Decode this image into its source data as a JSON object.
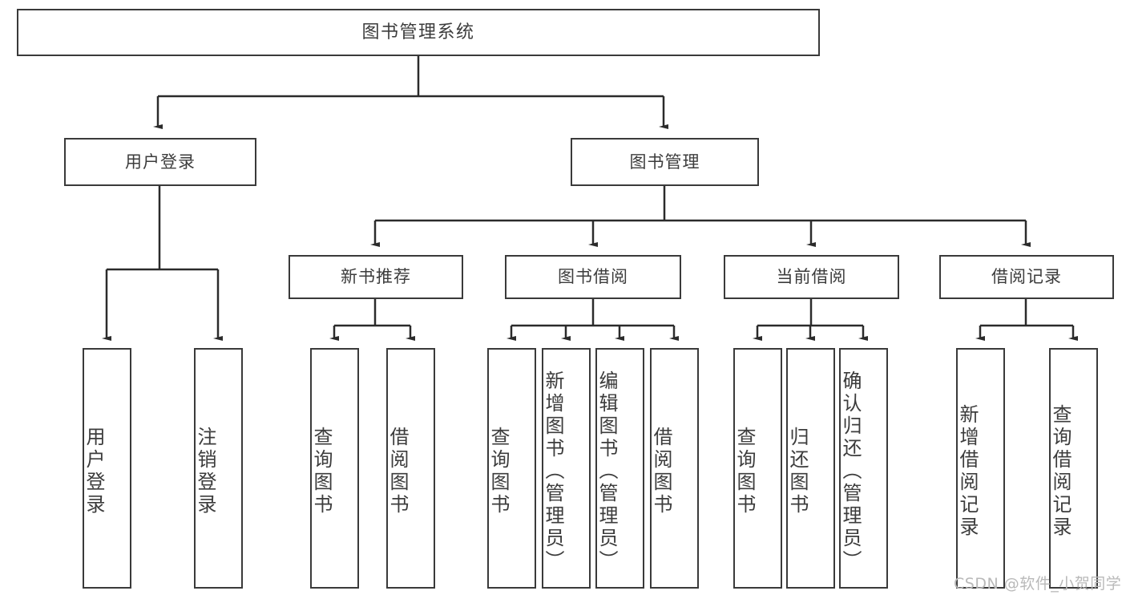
{
  "diagram": {
    "type": "tree",
    "title": "图书管理系统",
    "watermark": "CSDN @软件_小贺同学",
    "colors": {
      "box_border": "#3a3a3a",
      "box_fill": "#ffffff",
      "edge": "#2b2b2b",
      "text": "#3c3c3c",
      "watermark": "#b9b9b9",
      "background": "#ffffff"
    },
    "levels": {
      "root": {
        "label": "图书管理系统"
      },
      "level2": [
        {
          "id": "user-login",
          "label": "用户登录"
        },
        {
          "id": "book-manage",
          "label": "图书管理"
        }
      ],
      "level3": [
        {
          "id": "new-book-recommend",
          "label": "新书推荐",
          "parent": "book-manage"
        },
        {
          "id": "book-borrow",
          "label": "图书借阅",
          "parent": "book-manage"
        },
        {
          "id": "current-borrow",
          "label": "当前借阅",
          "parent": "book-manage"
        },
        {
          "id": "borrow-record",
          "label": "借阅记录",
          "parent": "book-manage"
        }
      ],
      "leaves": [
        {
          "id": "leaf-user-login",
          "label": "用户登录",
          "parent": "user-login"
        },
        {
          "id": "leaf-user-logout",
          "label": "注销登录",
          "parent": "user-login"
        },
        {
          "id": "leaf-query-book-1",
          "label": "查询图书",
          "parent": "new-book-recommend"
        },
        {
          "id": "leaf-borrow-book-1",
          "label": "借阅图书",
          "parent": "new-book-recommend"
        },
        {
          "id": "leaf-query-book-2",
          "label": "查询图书",
          "parent": "book-borrow"
        },
        {
          "id": "leaf-add-book",
          "label": "新增图书（管理员）",
          "parent": "book-borrow"
        },
        {
          "id": "leaf-edit-book",
          "label": "编辑图书（管理员）",
          "parent": "book-borrow"
        },
        {
          "id": "leaf-borrow-book-2",
          "label": "借阅图书",
          "parent": "book-borrow"
        },
        {
          "id": "leaf-query-book-3",
          "label": "查询图书",
          "parent": "current-borrow"
        },
        {
          "id": "leaf-return-book",
          "label": "归还图书",
          "parent": "current-borrow"
        },
        {
          "id": "leaf-confirm-return",
          "label": "确认归还（管理员）",
          "parent": "current-borrow"
        },
        {
          "id": "leaf-add-record",
          "label": "新增借阅记录",
          "parent": "borrow-record"
        },
        {
          "id": "leaf-query-record",
          "label": "查询借阅记录",
          "parent": "borrow-record"
        }
      ]
    }
  }
}
